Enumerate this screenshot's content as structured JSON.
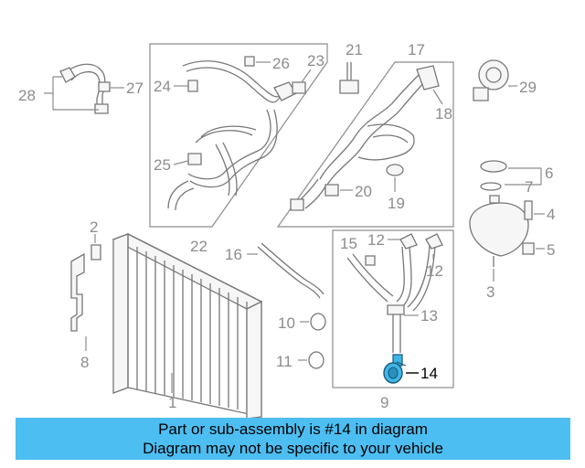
{
  "diagram": {
    "labels": {
      "n1": "1",
      "n2": "2",
      "n3": "3",
      "n4": "4",
      "n5": "5",
      "n6": "6",
      "n7": "7",
      "n8": "8",
      "n9": "9",
      "n10": "10",
      "n11": "11",
      "n12a": "12",
      "n12b": "12",
      "n13": "13",
      "n14": "14",
      "n15": "15",
      "n16": "16",
      "n17": "17",
      "n18": "18",
      "n19": "19",
      "n20": "20",
      "n21": "21",
      "n22": "22",
      "n23": "23",
      "n24": "24",
      "n25": "25",
      "n26": "26",
      "n27": "27",
      "n28": "28",
      "n29": "29"
    },
    "highlight_part": "14"
  },
  "caption": {
    "line1": "Part or sub-assembly is #14 in diagram",
    "line2": "Diagram may not be specific to your vehicle"
  },
  "colors": {
    "caption_bg": "#4dbef2",
    "highlight_part": "#3fb6e8",
    "line_art": "#777777",
    "label_text": "#8c8c8c"
  }
}
